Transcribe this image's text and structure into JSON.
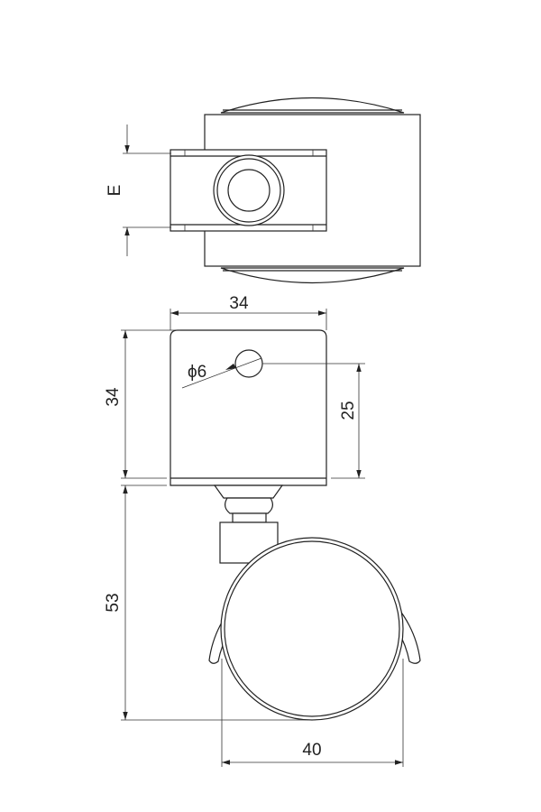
{
  "drawing": {
    "top_view": {
      "dimension_e": "E"
    },
    "side_view": {
      "width_label": "34",
      "height_label": "34",
      "hole_label": "ϕ6",
      "hole_height_label": "25",
      "total_height_label": "53",
      "wheel_diameter_label": "40"
    },
    "colors": {
      "line": "#222222",
      "background": "#ffffff"
    }
  }
}
